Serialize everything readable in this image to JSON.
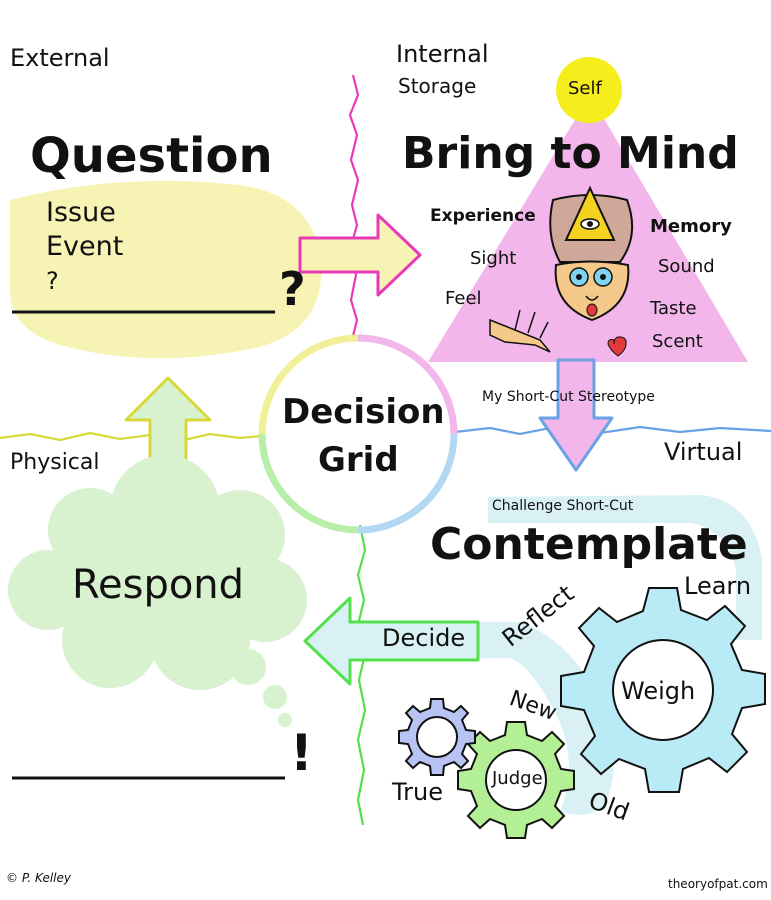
{
  "quadrants": {
    "external": "External",
    "internal": "Internal",
    "storage": "Storage",
    "physical": "Physical",
    "virtual": "Virtual"
  },
  "question": {
    "title": "Question",
    "items": [
      "Issue",
      "Event",
      "?"
    ],
    "end_mark": "?"
  },
  "bring_to_mind": {
    "title": "Bring to Mind",
    "self": "Self",
    "senses": {
      "experience": "Experience",
      "memory": "Memory",
      "sight": "Sight",
      "sound": "Sound",
      "feel": "Feel",
      "taste": "Taste",
      "scent": "Scent"
    }
  },
  "center": {
    "line1": "Decision",
    "line2": "Grid"
  },
  "stereotype": "My Short-Cut Stereotype",
  "challenge": "Challenge Short-Cut",
  "contemplate": {
    "title": "Contemplate",
    "learn": "Learn",
    "reflect": "Reflect",
    "decide": "Decide",
    "new": "New",
    "old": "Old",
    "true": "True",
    "weigh": "Weigh",
    "judge": "Judge"
  },
  "respond": {
    "title": "Respond",
    "end_mark": "!"
  },
  "footer": {
    "copyright": "© P. Kelley",
    "site": "theoryofpat.com"
  },
  "colors": {
    "question_fill": "#f7f3b5",
    "triangle_fill": "#f2b6ea",
    "cloud_fill": "#d8f2cf",
    "band_fill": "#d9f1f4",
    "gear_big": "#b8ebf6",
    "gear_green": "#b3ef95",
    "gear_blue": "#b7c4f3",
    "self_sun": "#f6ed1c",
    "arrow_pink": "#e83ab7",
    "arrow_yellow": "#d7d83a",
    "arrow_green": "#53e04b",
    "arrow_blue": "#6aa2e6"
  }
}
